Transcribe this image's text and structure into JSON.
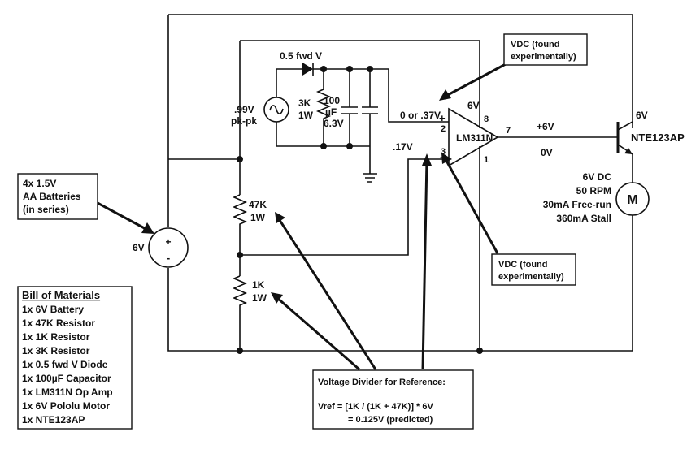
{
  "labels": {
    "diode": "0.5 fwd V",
    "source_v": ".99V",
    "source_pp": "pk-pk",
    "r3k_a": "3K",
    "r3k_b": "1W",
    "cap_a": "100",
    "cap_b": "µF",
    "cap_c": "6.3V",
    "plus_in": "0 or .37V",
    "supply_pin": "6V",
    "pin8": "8",
    "pin2": "2",
    "pin3": "3",
    "pin7": "7",
    "pin1": "1",
    "plus_sign": "+",
    "minus_sign": "-",
    "opamp": "LM311N",
    "minus_in": ".17V",
    "out_high": "+6V",
    "out_low": "0V",
    "transistor_v": "6V",
    "transistor": "NTE123AP",
    "motor_1": "6V DC",
    "motor_2": "50 RPM",
    "motor_3": "30mA Free-run",
    "motor_4": "360mA Stall",
    "motor_symbol": "M",
    "r47k_a": "47K",
    "r47k_b": "1W",
    "r1k_a": "1K",
    "r1k_b": "1W",
    "battery_v": "6V",
    "battery_plus": "+",
    "battery_minus": "-"
  },
  "callouts": {
    "battery": [
      "4x 1.5V",
      "AA Batteries",
      "(in series)"
    ],
    "vdc_top": [
      "VDC (found",
      "experimentally)"
    ],
    "vdc_bottom": [
      "VDC (found",
      "experimentally)"
    ],
    "divider": [
      "Voltage Divider for Reference:",
      "Vref = [1K / (1K + 47K)] * 6V",
      "= 0.125V (predicted)"
    ]
  },
  "bom": {
    "title": "Bill of Materials",
    "items": [
      "1x 6V Battery",
      "1x 47K Resistor",
      "1x 1K Resistor",
      "1x 3K Resistor",
      "1x 0.5 fwd V Diode",
      "1x 100µF Capacitor",
      "1x LM311N Op Amp",
      "1x 6V Pololu Motor",
      "1x NTE123AP"
    ]
  }
}
